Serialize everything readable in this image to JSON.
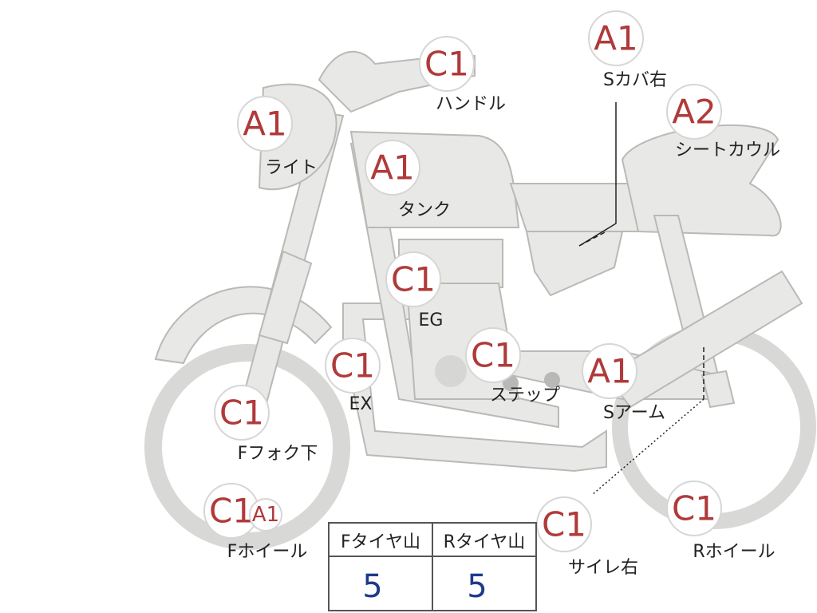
{
  "colors": {
    "grade_text": "#b03a3a",
    "value_text": "#1f3a8a",
    "bike_fill": "#e8e8e6",
    "bike_stroke": "#b9b9b6"
  },
  "parts": [
    {
      "id": "handle",
      "grade": "A1",
      "label": ""
    },
    {
      "id": "handle2",
      "grade": "C1",
      "label": "ハンドル"
    },
    {
      "id": "light",
      "grade": "A1",
      "label": "ライト"
    },
    {
      "id": "tank",
      "grade": "A1",
      "label": "タンク"
    },
    {
      "id": "engine",
      "grade": "C1",
      "label": "EG"
    },
    {
      "id": "exhaust",
      "grade": "C1",
      "label": "EX"
    },
    {
      "id": "step",
      "grade": "C1",
      "label": "ステップ"
    },
    {
      "id": "swingarm",
      "grade": "A1",
      "label": "Sアーム"
    },
    {
      "id": "fork",
      "grade": "C1",
      "label": "Fフォク下"
    },
    {
      "id": "fwheel",
      "grade": "C1",
      "label": "Fホイール"
    },
    {
      "id": "fwheel2",
      "grade": "A1",
      "label": ""
    },
    {
      "id": "sidecover",
      "grade": "A1",
      "label": "Sカバ右"
    },
    {
      "id": "seatcowl",
      "grade": "A2",
      "label": "シートカウル"
    },
    {
      "id": "silencer",
      "grade": "C1",
      "label": "サイレ右"
    },
    {
      "id": "rwheel",
      "grade": "C1",
      "label": "Rホイール"
    }
  ],
  "tire_table": {
    "headers": [
      "Fタイヤ山",
      "Rタイヤ山"
    ],
    "values": [
      "5",
      "5"
    ]
  }
}
